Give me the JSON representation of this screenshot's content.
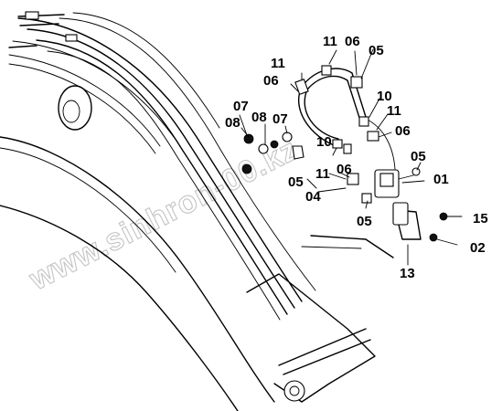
{
  "watermark": {
    "text": "www.sinhron-00.kz"
  },
  "callouts": [
    {
      "id": "c-11-top-left",
      "label": "11"
    },
    {
      "id": "c-11-top",
      "label": "11"
    },
    {
      "id": "c-06-top",
      "label": "06"
    },
    {
      "id": "c-05-top",
      "label": "05"
    },
    {
      "id": "c-06-left",
      "label": "06"
    },
    {
      "id": "c-10-a",
      "label": "10"
    },
    {
      "id": "c-11-right",
      "label": "11"
    },
    {
      "id": "c-06-right",
      "label": "06"
    },
    {
      "id": "c-07-left",
      "label": "07"
    },
    {
      "id": "c-08-left",
      "label": "08"
    },
    {
      "id": "c-08-mid",
      "label": "08"
    },
    {
      "id": "c-07-mid",
      "label": "07"
    },
    {
      "id": "c-10-b",
      "label": "10"
    },
    {
      "id": "c-11-mid",
      "label": "11"
    },
    {
      "id": "c-06-mid",
      "label": "06"
    },
    {
      "id": "c-05-right",
      "label": "05"
    },
    {
      "id": "c-01",
      "label": "01"
    },
    {
      "id": "c-05-mid",
      "label": "05"
    },
    {
      "id": "c-04",
      "label": "04"
    },
    {
      "id": "c-05-bottom",
      "label": "05"
    },
    {
      "id": "c-15",
      "label": "15"
    },
    {
      "id": "c-02",
      "label": "02"
    },
    {
      "id": "c-13",
      "label": "13"
    }
  ]
}
